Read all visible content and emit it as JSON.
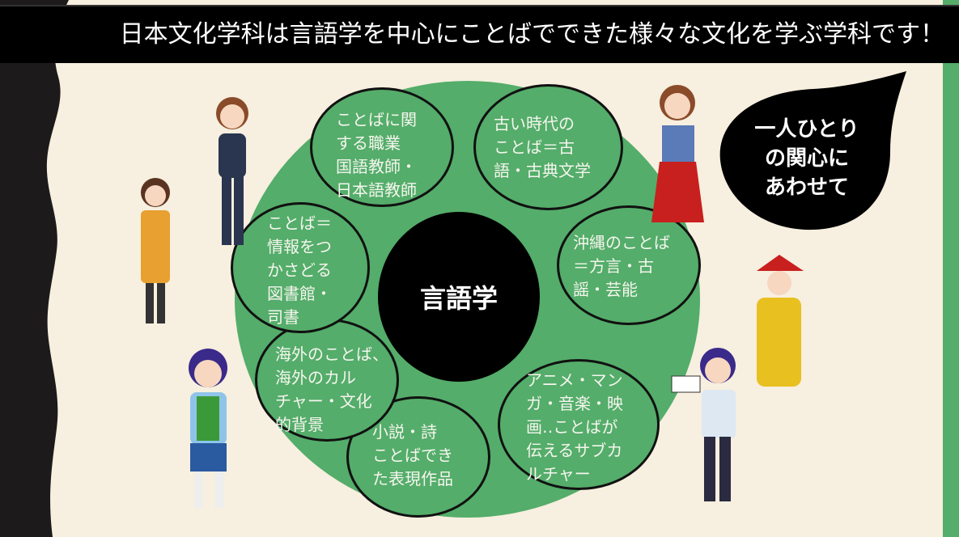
{
  "header": {
    "title": "日本文化学科は言語学を中心にことばでできた様々な文化を学ぶ学科です！"
  },
  "center": {
    "label": "言語学"
  },
  "bubbles": [
    {
      "text": "ことばに関\nする職業\n国語教師・\n日本語教師"
    },
    {
      "text": "古い時代の\nことば＝古\n語・古典文学"
    },
    {
      "text": "沖縄のことば\n＝方言・古\n謡・芸能"
    },
    {
      "text": "アニメ・マン\nガ・音楽・映\n画‥ことばが\n伝えるサブカ\nルチャー"
    },
    {
      "text": "小説・詩\nことばでき\nた表現作品"
    },
    {
      "text": "海外のことば、\n海外のカル\nチャー・文化\n的背景"
    },
    {
      "text": "ことば＝\n情報をつ\nかさどる\n図書館・\n司書"
    }
  ],
  "callout": {
    "text": "一人ひとり\nの関心に\nあわせて"
  },
  "colors": {
    "green": "#54ad6a",
    "cream": "#f7efdf",
    "black": "#000000"
  }
}
